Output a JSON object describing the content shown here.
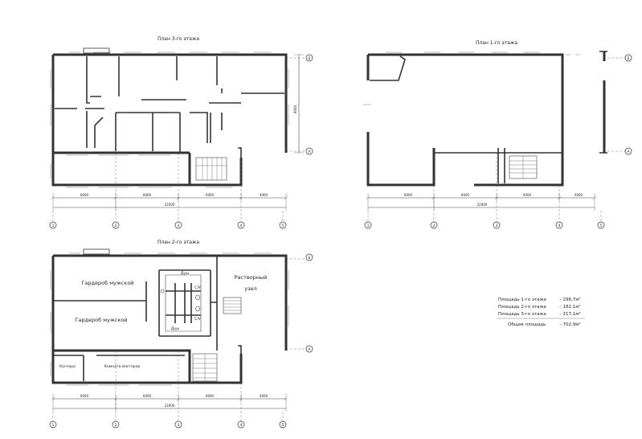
{
  "plans": {
    "floor3": {
      "title": "План 3-го этажа"
    },
    "floor1": {
      "title": "План 1-го этажа"
    },
    "floor2": {
      "title": "План 2-го этажа",
      "rooms": {
        "wardrobe_top": "Гардероб мужской",
        "wardrobe_bottom": "Гардероб мужской",
        "mortar": [
          "Растворный",
          "узел"
        ],
        "office": "Контора",
        "masters_room": "Комната мастеров",
        "shower_top": "Душ",
        "shower_bottom": "Душ",
        "wc_top": "С/У",
        "wc_bottom": "С/У"
      }
    }
  },
  "dimensions": {
    "spans": [
      "6000",
      "6000",
      "6000",
      "4000"
    ],
    "total": "22000",
    "depth": "9000"
  },
  "axes": {
    "columns": [
      "1",
      "2",
      "3",
      "4",
      "5"
    ],
    "rows": [
      "Б",
      "А"
    ]
  },
  "areas": [
    {
      "label": "Площадь 1-го этажа",
      "value": "– 296,7м²"
    },
    {
      "label": "Площадь 2-го этажа",
      "value": "– 182,1м²"
    },
    {
      "label": "Площадь 3-го этажа",
      "value": "– 217,1м²"
    },
    {
      "label": "Общая площадь",
      "value": "– 702,9м²"
    }
  ]
}
